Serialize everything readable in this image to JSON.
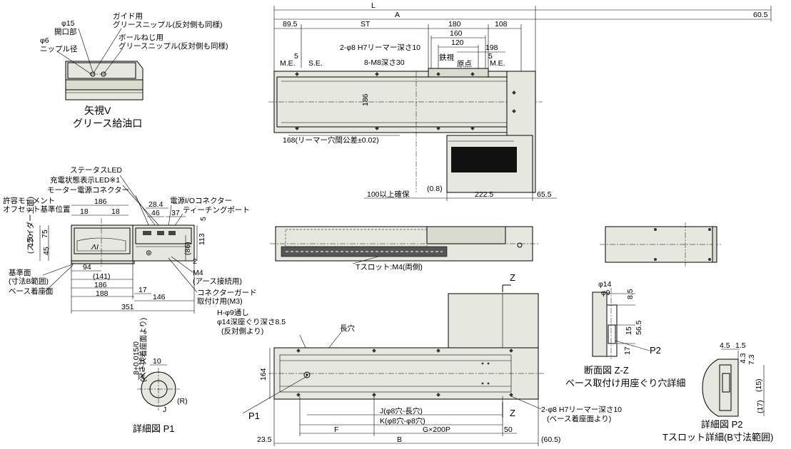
{
  "top_view": {
    "dims": {
      "L": "L",
      "A": "A",
      "d605": "60.5",
      "d895": "89.5",
      "ST": "ST",
      "d180": "180",
      "d160": "160",
      "d120": "120",
      "d108": "108",
      "d198": "198",
      "d5a": "5",
      "d5b": "5",
      "d186": "186",
      "d168": "168(リーマー穴間公差±0.02)",
      "d100": "100以上確保",
      "d08": "(0.8)",
      "d2225": "222.5",
      "d655": "65.5"
    },
    "labels": {
      "me_left": "M.E.",
      "se": "S.E.",
      "me_right": "M.E.",
      "reamer": "2-φ8 H7リーマー深さ10",
      "m8": "8-M8深さ30",
      "kyosei": "鉄視",
      "genten": "原点"
    }
  },
  "view_v": {
    "title1": "矢視V",
    "title2": "グリース給油口",
    "phi15": "φ15",
    "kaikou": "開口部",
    "phi6": "φ6",
    "nipple_kei": "ニップル径",
    "guide1": "ガイド用",
    "guide2": "グリースニップル(反対側も同様)",
    "ball1": "ボールねじ用",
    "ball2": "グリースニップル(反対側も同様)"
  },
  "side_view": {
    "labels": {
      "status": "ステータスLED",
      "charge": "充電状態表示LED※1",
      "motor": "モーター電源コネクター",
      "allow1": "許容モーメント",
      "allow2": "オフセット基準位置",
      "power": "電源I/Oコネクター",
      "teach": "ティーチングポート",
      "ref1": "基準面",
      "ref2": "(寸法B範囲)",
      "base": "ベース着座面",
      "m4": "M4",
      "earth": "(アース接続用)",
      "guard1": "コネクターガード",
      "guard2": "取付け用(M3)",
      "slider": "(スライダー上面)"
    },
    "dims": {
      "d186": "186",
      "d18a": "18",
      "d18b": "18",
      "d284": "28.4",
      "d46": "46",
      "d37": "37",
      "d5": "5",
      "d120": "120",
      "d75": "75",
      "d45": "45",
      "d94": "94",
      "d141": "(141)",
      "d186b": "186",
      "d188": "188",
      "d17": "17",
      "d146": "146",
      "d351": "351",
      "d86": "(86)",
      "d113": "113",
      "d2": "2"
    }
  },
  "front_view": {
    "tslot": "Tスロット:M4(両側)"
  },
  "bottom_view": {
    "labels": {
      "h9": "H-φ9通し",
      "h14": "φ14深座ぐり深さ8.5",
      "h14b": "(反対側より)",
      "long": "長穴",
      "z1": "Z",
      "z2": "Z",
      "p1": "P1",
      "j": "J(φ8穴-長穴)",
      "k": "K(φ8穴-φ8穴)",
      "f": "F",
      "g": "G×200P",
      "d50": "50",
      "d235": "23.5",
      "b": "B",
      "d605": "(60.5)",
      "reamer": "2-φ8 H7リーマー深さ10",
      "reamer2": "(ベース着座面より)",
      "d164": "164"
    }
  },
  "detail_p1": {
    "title": "詳細図 P1",
    "d10": "10",
    "tol": "8+0.015/0",
    "txt1": "(ベース着座面より)",
    "txt2": "深さ10",
    "r": "(R)",
    "j": "J"
  },
  "section_zz": {
    "title1": "断面図 Z-Z",
    "title2": "ベース取付け用座ぐり穴詳細",
    "phi14": "φ14",
    "phi9": "φ9",
    "d85": "8.5",
    "d15": "15",
    "d565": "56.5",
    "d17": "17",
    "p2": "P2"
  },
  "detail_p2": {
    "title1": "詳細図 P2",
    "title2": "Tスロット詳細(B寸法範囲)",
    "d45": "4.5",
    "d15": "1.5",
    "d43": "4.3",
    "d73": "7.3",
    "d15b": "(15)",
    "d17": "(17)"
  }
}
